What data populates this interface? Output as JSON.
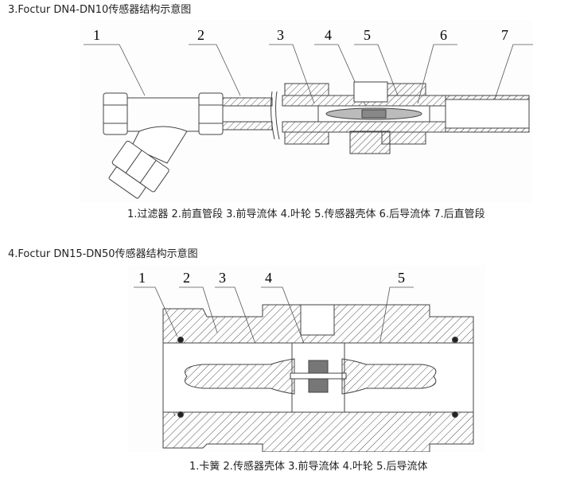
{
  "section1": {
    "heading": "3.Foctur DN4-DN10传感器结构示意图",
    "callouts": [
      "1",
      "2",
      "3",
      "4",
      "5",
      "6",
      "7"
    ],
    "caption": "1.过滤器 2.前直管段 3.前导流体 4.叶轮 5.传感器壳体 6.后导流体 7.后直管段",
    "parts": [
      {
        "num": "1",
        "name": "过滤器"
      },
      {
        "num": "2",
        "name": "前直管段"
      },
      {
        "num": "3",
        "name": "前导流体"
      },
      {
        "num": "4",
        "name": "叶轮"
      },
      {
        "num": "5",
        "name": "传感器壳体"
      },
      {
        "num": "6",
        "name": "后导流体"
      },
      {
        "num": "7",
        "name": "后直管段"
      }
    ]
  },
  "section2": {
    "heading": "4.Foctur DN15-DN50传感器结构示意图",
    "callouts": [
      "1",
      "2",
      "3",
      "4",
      "5"
    ],
    "caption": "1.卡簧 2.传感器壳体 3.前导流体 4.叶轮 5.后导流体",
    "parts": [
      {
        "num": "1",
        "name": "卡簧"
      },
      {
        "num": "2",
        "name": "传感器壳体"
      },
      {
        "num": "3",
        "name": "前导流体"
      },
      {
        "num": "4",
        "name": "叶轮"
      },
      {
        "num": "5",
        "name": "后导流体"
      }
    ]
  }
}
